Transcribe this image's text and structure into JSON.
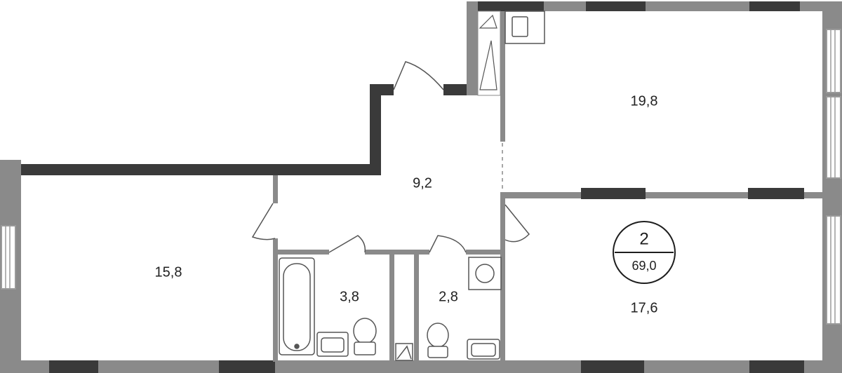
{
  "floor_plan": {
    "rooms": [
      {
        "id": "room-bedroom-top",
        "area": "19,8"
      },
      {
        "id": "room-hallway",
        "area": "9,2"
      },
      {
        "id": "room-living-left",
        "area": "15,8"
      },
      {
        "id": "room-bathroom",
        "area": "3,8"
      },
      {
        "id": "room-toilet",
        "area": "2,8"
      },
      {
        "id": "room-bedroom-right",
        "area": "17,6"
      }
    ],
    "badge": {
      "rooms_count": "2",
      "total_area": "69,0"
    },
    "colors": {
      "wall_dark": "#3a3a3a",
      "wall_grey": "#8a8a8a",
      "window_grey": "#9a9a9a",
      "fixture_stroke": "#555555",
      "background": "#ffffff"
    }
  }
}
